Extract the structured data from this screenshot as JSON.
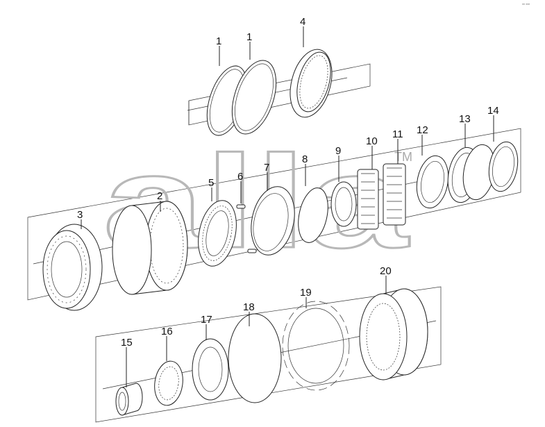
{
  "diagram": {
    "corner_mark": "** ***",
    "watermark": {
      "text": "alla",
      "trademark": "TM"
    },
    "callouts": [
      "1",
      "1",
      "4",
      "2",
      "3",
      "5",
      "6",
      "7",
      "8",
      "9",
      "10",
      "11",
      "12",
      "13",
      "14",
      "15",
      "16",
      "17",
      "18",
      "19",
      "20"
    ]
  }
}
